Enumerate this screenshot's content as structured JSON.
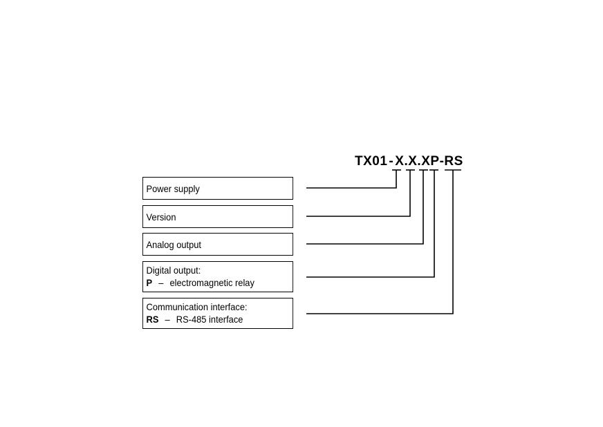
{
  "code": {
    "prefix": "TX01",
    "sep1": "-",
    "field1": "X",
    "dot1": ".",
    "field2": "X",
    "dot2": ".",
    "field3": "X",
    "field4": "P",
    "sep2": "-",
    "field5": "RS"
  },
  "boxes": [
    {
      "title": "Power supply"
    },
    {
      "title": "Version"
    },
    {
      "title": "Analog output"
    },
    {
      "title": "Digital output:",
      "key": "P",
      "dash": "–",
      "desc": "electromagnetic relay"
    },
    {
      "title": "Communication interface:",
      "key": "RS",
      "dash": "–",
      "desc": "RS-485 interface"
    }
  ],
  "colors": {
    "line": "#000000",
    "background": "#ffffff"
  }
}
